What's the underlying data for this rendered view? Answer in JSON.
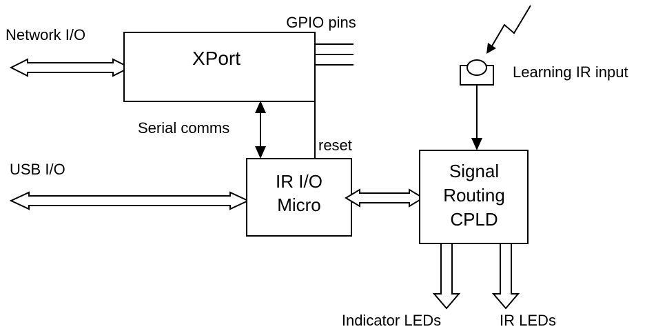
{
  "blocks": {
    "xport": "XPort",
    "ir_micro_line1": "IR I/O",
    "ir_micro_line2": "Micro",
    "cpld_line1": "Signal",
    "cpld_line2": "Routing",
    "cpld_line3": "CPLD"
  },
  "labels": {
    "network_io": "Network I/O",
    "gpio_pins": "GPIO pins",
    "serial_comms": "Serial comms",
    "reset": "reset",
    "usb_io": "USB I/O",
    "learning_ir_input": "Learning IR input",
    "indicator_leds": "Indicator LEDs",
    "ir_leds": "IR LEDs"
  }
}
